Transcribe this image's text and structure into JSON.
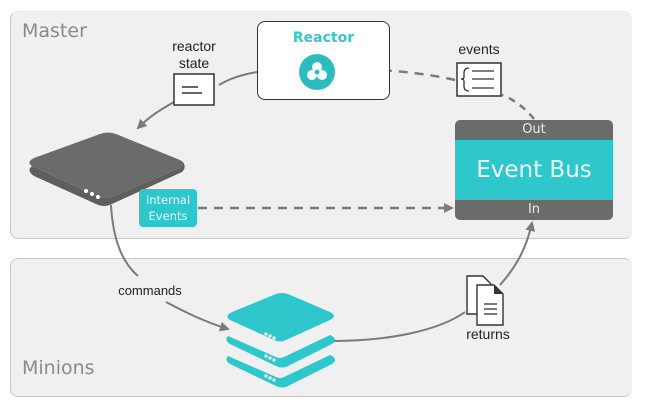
{
  "panels": {
    "master": {
      "title": "Master"
    },
    "minions": {
      "title": "Minions"
    }
  },
  "reactor": {
    "title": "Reactor",
    "icon": "reactor-trefoil-icon"
  },
  "labels": {
    "reactor_state": "reactor\nstate",
    "reactor_state_line1": "reactor",
    "reactor_state_line2": "state",
    "events": "events",
    "commands": "commands",
    "returns": "returns"
  },
  "event_bus": {
    "out_label": "Out",
    "title": "Event Bus",
    "in_label": "In"
  },
  "internal_events": {
    "line1": "Internal",
    "line2": "Events"
  },
  "icons": {
    "reactor_state": "document-lines-icon",
    "events": "json-braces-icon",
    "returns": "documents-stack-icon",
    "master": "server-slab-icon",
    "minions": "server-stack-icon"
  },
  "colors": {
    "accent": "#2ec8cc",
    "panel_bg": "#f0f0f0",
    "device_gray": "#6b6b6b",
    "arrow_gray": "#7a7a7a"
  }
}
